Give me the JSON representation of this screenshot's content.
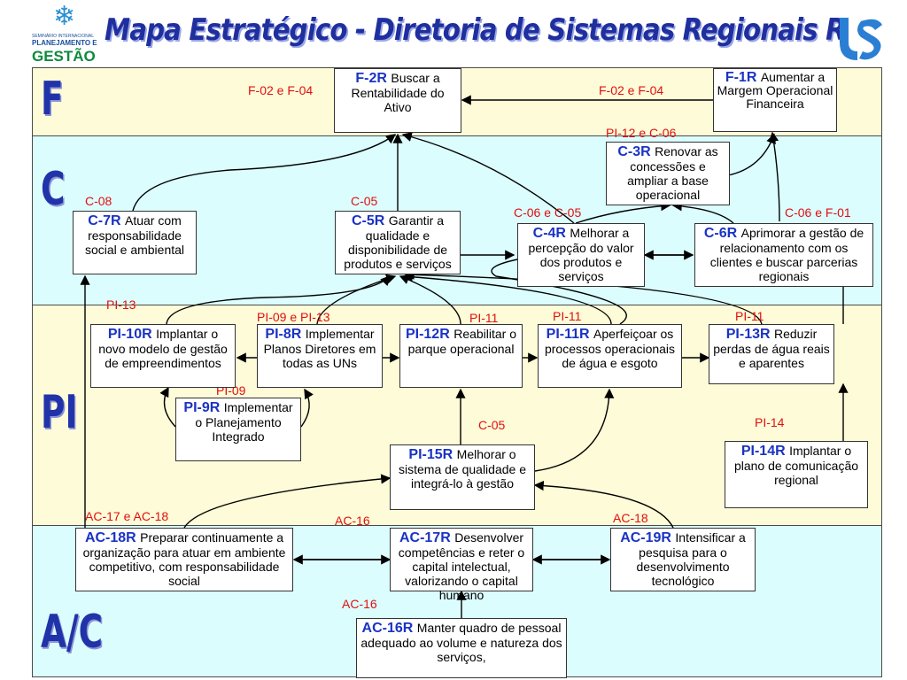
{
  "header": {
    "title": "Mapa Estratégico - Diretoria de Sistemas Regionais R",
    "logo_left": {
      "line1": "SEMINÁRIO INTERNACIONAL",
      "line2": "PLANEJAMENTO E",
      "line3": "GESTÃO"
    },
    "logo_right": {
      "icon": "us-logo-icon"
    }
  },
  "perspectives": {
    "f": "F",
    "c": "C",
    "pi": "PI",
    "ac": "A/C"
  },
  "boxes": {
    "f2r": {
      "code": "F-2R",
      "text": "Buscar a Rentabilidade do Ativo"
    },
    "f1r": {
      "code": "F-1R",
      "text": "Aumentar a Margem Operacional Financeira"
    },
    "c3r": {
      "code": "C-3R",
      "text": "Renovar as concessões e ampliar a base operacional"
    },
    "c7r": {
      "code": "C-7R",
      "text": "Atuar com responsabilidade social e ambiental"
    },
    "c5r": {
      "code": "C-5R",
      "text": "Garantir a qualidade e disponibilidade de produtos e serviços"
    },
    "c4r": {
      "code": "C-4R",
      "text": "Melhorar a percepção do valor dos produtos e serviços"
    },
    "c6r": {
      "code": "C-6R",
      "text": "Aprimorar a gestão de relacionamento com os clientes e buscar parcerias regionais"
    },
    "pi10r": {
      "code": "PI-10R",
      "text": "Implantar o novo modelo de gestão de empreendimentos"
    },
    "pi8r": {
      "code": "PI-8R",
      "text": "Implementar Planos Diretores em todas as UNs"
    },
    "pi12r": {
      "code": "PI-12R",
      "text": "Reabilitar o parque operacional"
    },
    "pi11r": {
      "code": "PI-11R",
      "text": "Aperfeiçoar os processos operacionais de água e esgoto"
    },
    "pi13r": {
      "code": "PI-13R",
      "text": "Reduzir perdas de água reais e aparentes"
    },
    "pi9r": {
      "code": "PI-9R",
      "text": "Implementar o Planejamento Integrado"
    },
    "pi15r": {
      "code": "PI-15R",
      "text": "Melhorar o sistema de qualidade e integrá-lo à gestão"
    },
    "pi14r": {
      "code": "PI-14R",
      "text": "Implantar o plano de comunicação regional"
    },
    "ac18r": {
      "code": "AC-18R",
      "text": "Preparar continuamente a organização para atuar em ambiente competitivo, com responsabilidade social"
    },
    "ac17r": {
      "code": "AC-17R",
      "text": "Desenvolver competências e reter o capital intelectual, valorizando o capital humano"
    },
    "ac19r": {
      "code": "AC-19R",
      "text": "Intensificar a pesquisa para o desenvolvimento tecnológico"
    },
    "ac16r": {
      "code": "AC-16R",
      "text": "Manter quadro de pessoal adequado ao volume e natureza dos serviços,"
    }
  },
  "refs": {
    "f_left": "F-02 e F-04",
    "f_right": "F-02 e F-04",
    "pi12_c06": "PI-12 e C-06",
    "c08": "C-08",
    "c05_top": "C-05",
    "c06_c05": "C-06 e C-05",
    "c06_f01": "C-06 e F-01",
    "pi13": "PI-13",
    "pi09_pi13": "PI-09 e PI-13",
    "pi11_a": "PI-11",
    "pi11_b": "PI-11",
    "pi11_c": "PI-11",
    "pi09": "PI-09",
    "c05_mid": "C-05",
    "pi14": "PI-14",
    "ac17_ac18": "AC-17 e AC-18",
    "ac16_a": "AC-16",
    "ac18": "AC-18",
    "ac16_b": "AC-16"
  },
  "colors": {
    "accent_blue": "#1a33c4",
    "ref_red": "#e01010",
    "band_yellow": "#fefbd8",
    "band_cyan": "#dcfdfe"
  }
}
